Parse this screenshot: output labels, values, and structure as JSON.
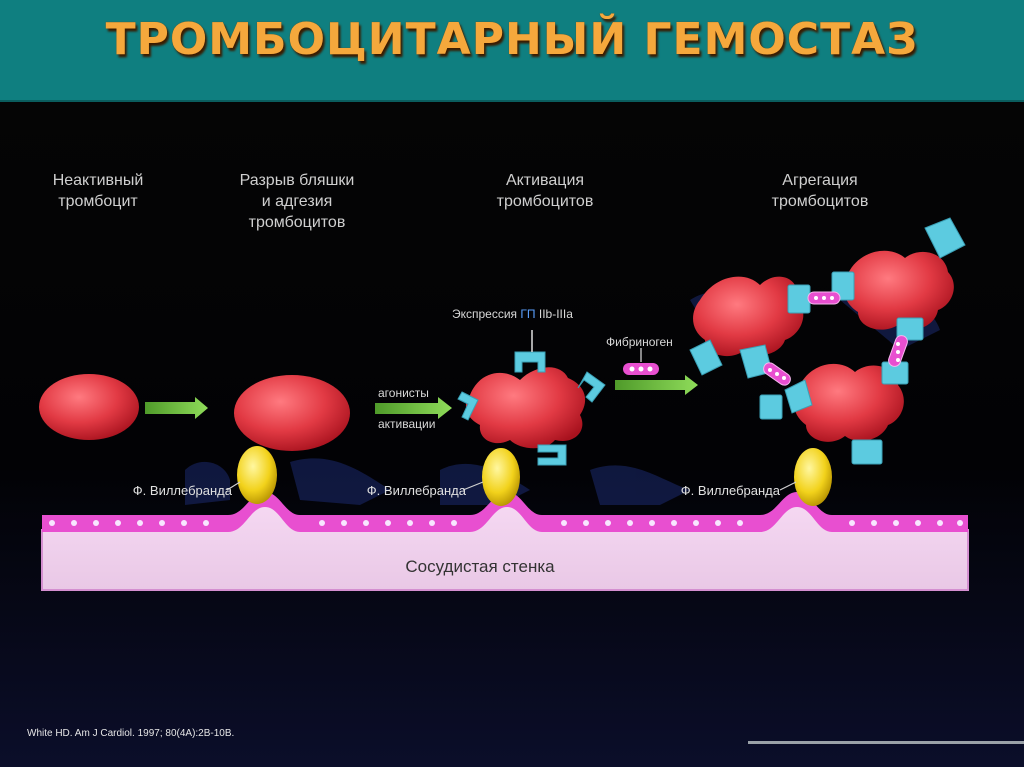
{
  "title": "ТРОМБОЦИТАРНЫЙ ГЕМОСТАЗ",
  "stages": [
    {
      "line1": "Неактивный",
      "line2": "тромбоцит",
      "line3": ""
    },
    {
      "line1": "Разрыв бляшки",
      "line2": "и адгезия",
      "line3": "тромбоцитов"
    },
    {
      "line1": "Активация",
      "line2": "тромбоцитов",
      "line3": ""
    },
    {
      "line1": "Агрегация",
      "line2": "тромбоцитов",
      "line3": ""
    }
  ],
  "agonists": {
    "line1": "агонисты",
    "line2": "активации"
  },
  "gp_expression": {
    "prefix": "Экспрессия",
    "gp": "ГП",
    "suffix": "IIb-IIIa"
  },
  "fibrinogen": "Фибриноген",
  "vwf_label": "Ф. Виллебранда",
  "vessel_wall": "Сосудистая стенка",
  "citation": "White HD. Am J Cardiol. 1997; 80(4A):2B-10B.",
  "colors": {
    "header_bg": "#0f7f80",
    "title": "#f5a83c",
    "platelet": "#e23a44",
    "receptor": "#5ccbe0",
    "vwf": "#f2d21b",
    "vessel": "#e84fd0",
    "arrow": "#7bc94a"
  }
}
